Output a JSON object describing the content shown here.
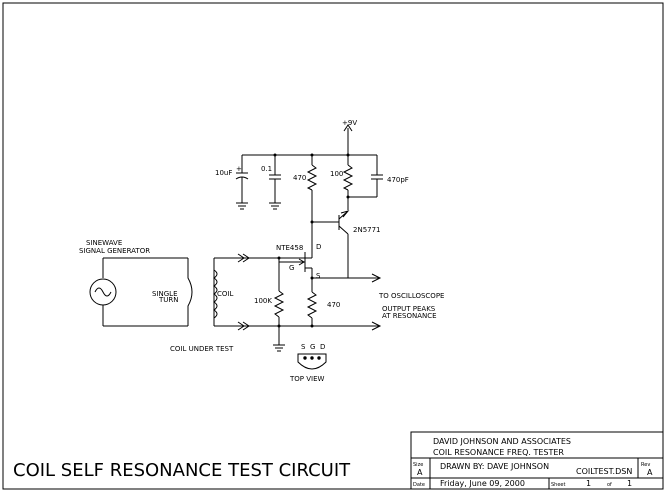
{
  "labels": {
    "supply": "+9V",
    "cap_10uf": "10uF",
    "cap_01": "0.1",
    "res_470_top": "470",
    "res_100": "100",
    "cap_470pf": "470pF",
    "transistor": "2N5771",
    "fet": "NTE458",
    "fet_d": "D",
    "fet_g": "G",
    "fet_s": "S",
    "res_100k": "100K",
    "res_470_bottom": "470",
    "coil": "COIL",
    "single_turn_1": "SINGLE",
    "single_turn_2": "TURN",
    "gen_1": "SINEWAVE",
    "gen_2": "SIGNAL GENERATOR",
    "coil_under_test": "COIL UNDER TEST",
    "to_scope": "TO OSCILLOSCOPE",
    "output_1": "OUTPUT PEAKS",
    "output_2": "AT RESONANCE",
    "pin_s": "S",
    "pin_g": "G",
    "pin_d": "D",
    "top_view": "TOP VIEW"
  },
  "title_block": {
    "title": "COIL SELF RESONANCE TEST CIRCUIT",
    "company": "DAVID JOHNSON AND ASSOCIATES",
    "subtitle": "COIL RESONANCE FREQ. TESTER",
    "size_label": "Size",
    "size": "A",
    "drawn_by": "DRAWN BY:  DAVE JOHNSON",
    "filename": "COILTEST.DSN",
    "rev_label": "Rev",
    "rev": "A",
    "date_label": "Date",
    "date": "Friday, June 09, 2000",
    "sheet_label": "Sheet",
    "sheet": "1",
    "of_label": "of",
    "sheets": "1"
  }
}
